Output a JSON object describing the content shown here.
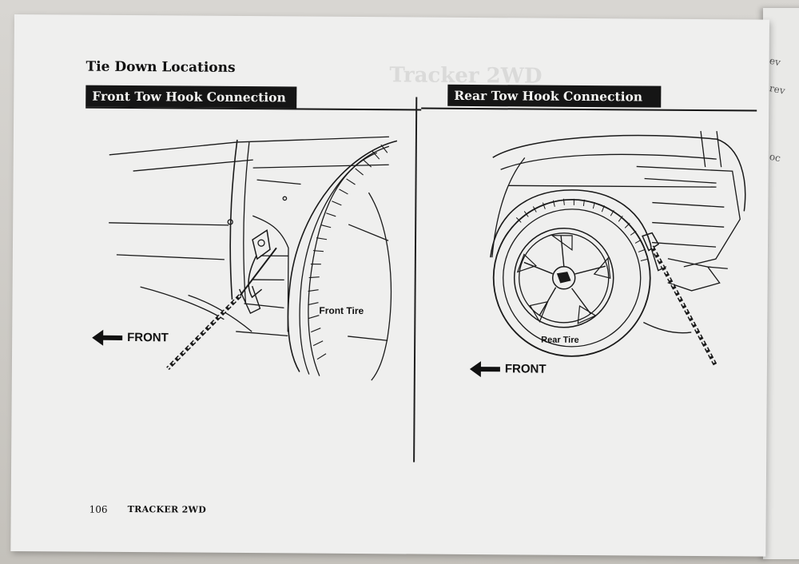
{
  "section": {
    "title": "Tie Down Locations"
  },
  "front_panel": {
    "heading": "Front Tow Hook Connection",
    "tire_label": "Front Tire",
    "direction_label": "FRONT"
  },
  "rear_panel": {
    "heading": "Rear Tow Hook Connection",
    "tire_label": "Rear Tire",
    "direction_label": "FRONT"
  },
  "footer": {
    "page_number": "106",
    "book_title": "TRACKER 2WD"
  },
  "bleed_through_title": "Tracker 2WD",
  "colors": {
    "page": "#efefee",
    "ink": "#151515",
    "bar_text": "#f4f4f2"
  },
  "icons": [
    "arrow-left-icon",
    "tow-chain-icon",
    "tow-hook-icon"
  ]
}
